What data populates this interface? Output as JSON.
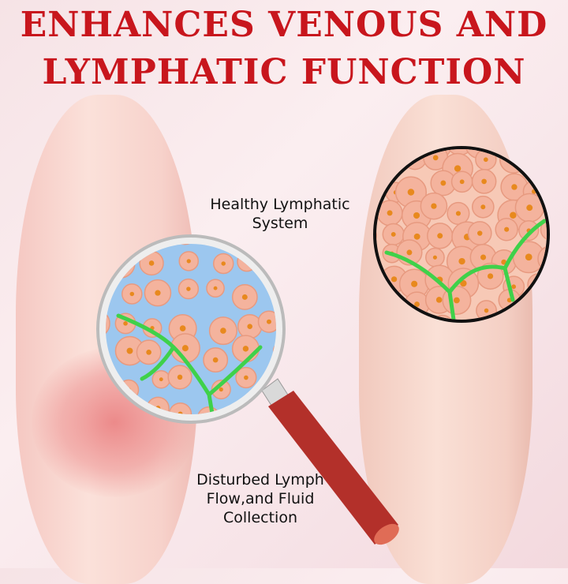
{
  "title": {
    "line1": "ENHANCES VENOUS AND",
    "line2": "LYMPHATIC FUNCTION"
  },
  "labels": {
    "healthy": "Healthy Lymphatic System",
    "disturbed": "Disturbed Lymph Flow,and Fluid Collection"
  },
  "colors": {
    "title": "#c8161d",
    "cell": "#f4b39d",
    "nucleus": "#e8891e",
    "lymph": "#3fd14a",
    "fluid": "#9cc7ef"
  }
}
